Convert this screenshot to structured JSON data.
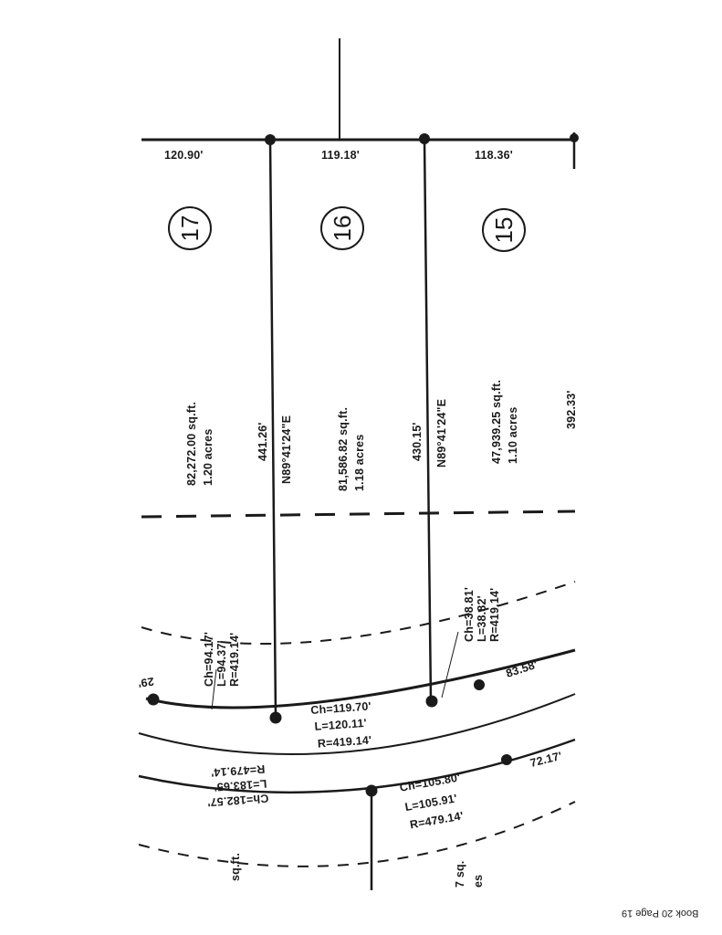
{
  "plat": {
    "top_dims": [
      "120.90'",
      "119.18'",
      "118.36'"
    ],
    "lots": [
      {
        "number": "17",
        "area_sqft": "82,272.00 sq.ft.",
        "area_acres": "1.20 acres"
      },
      {
        "number": "16",
        "area_sqft": "81,586.82 sq.ft.",
        "area_acres": "1.18 acres"
      },
      {
        "number": "15",
        "area_sqft": "47,939.25 sq.ft.",
        "area_acres": "1.10 acres"
      }
    ],
    "lines": {
      "line1_length": "441.26'",
      "line1_bearing": "N89°41'24\"E",
      "line2_length": "430.15'",
      "line2_bearing": "N89°41'24\"E",
      "right_length": "392.33'"
    },
    "curves": {
      "c17": {
        "ch": "Ch=94.17'",
        "l": "L=94.37'",
        "r": "R=419.14'"
      },
      "c15": {
        "ch": "Ch=38.81'",
        "l": "L=38.82'",
        "r": "R=419.14'"
      },
      "c16": {
        "ch": "Ch=119.70'",
        "l": "L=120.11'",
        "r": "R=419.14'"
      },
      "c_outer_left": {
        "ch": "Ch=182.57'",
        "l": "L=183.65'",
        "r": "R=479.14'"
      },
      "c_outer_right": {
        "ch": "Ch=105.80'",
        "l": "L=105.91'",
        "r": "R=479.14'"
      }
    },
    "misc": {
      "seg_left": "29'",
      "seg_right": "83.58'",
      "seg_outer_right": "72.17'",
      "bottom_left_sqft": "sq.ft.",
      "bottom_right_sqft": "7 sq.",
      "bottom_right_acres": "es"
    }
  },
  "footer": {
    "text": "Book 20 Page 19"
  }
}
